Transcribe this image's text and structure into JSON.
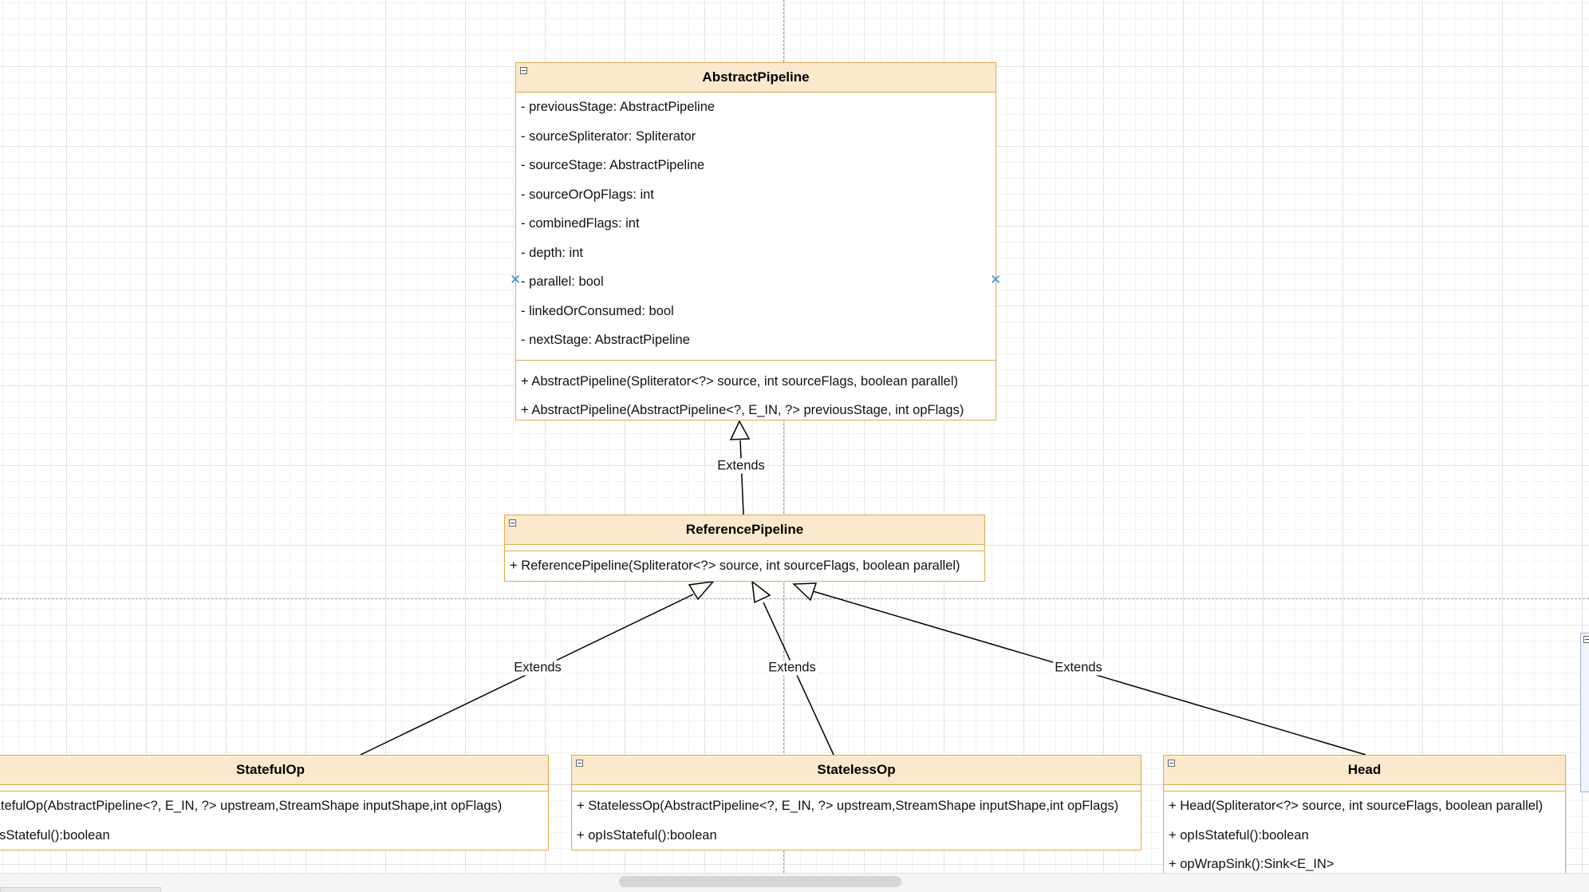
{
  "diagram": {
    "classes": {
      "abstract_pipeline": {
        "title": "AbstractPipeline",
        "fields": [
          "- previousStage: AbstractPipeline",
          "- sourceSpliterator:  Spliterator",
          "- sourceStage: AbstractPipeline",
          "- sourceOrOpFlags: int",
          "- combinedFlags: int",
          "- depth: int",
          "- parallel: bool",
          "- linkedOrConsumed: bool",
          "- nextStage: AbstractPipeline"
        ],
        "methods": [
          "+ AbstractPipeline(Spliterator<?> source, int sourceFlags, boolean parallel)",
          "+ AbstractPipeline(AbstractPipeline<?, E_IN, ?> previousStage, int opFlags)"
        ]
      },
      "reference_pipeline": {
        "title": "ReferencePipeline",
        "methods": [
          "+ ReferencePipeline(Spliterator<?> source, int sourceFlags, boolean parallel)"
        ]
      },
      "stateful_op": {
        "title": "StatefulOp",
        "methods": [
          "+ StatefulOp(AbstractPipeline<?, E_IN, ?> upstream,StreamShape inputShape,int opFlags)",
          "+ opIsStateful():boolean"
        ]
      },
      "stateless_op": {
        "title": "StatelessOp",
        "methods": [
          "+ StatelessOp(AbstractPipeline<?, E_IN, ?> upstream,StreamShape inputShape,int opFlags)",
          "+ opIsStateful():boolean"
        ]
      },
      "head": {
        "title": "Head",
        "methods": [
          "+ Head(Spliterator<?> source, int sourceFlags, boolean parallel)",
          "+ opIsStateful():boolean",
          "+ opWrapSink():Sink<E_IN>"
        ]
      }
    },
    "relations": {
      "ref_extends_abstract": "Extends",
      "stateful_extends_ref": "Extends",
      "stateless_extends_ref": "Extends",
      "head_extends_ref": "Extends"
    },
    "line_color": "#000000",
    "class_fill": "#fce8cc",
    "class_border": "#e0a94a",
    "selection_handle_color": "#3d8fd8",
    "selection_handle_icon": "cross-handle-icon"
  }
}
